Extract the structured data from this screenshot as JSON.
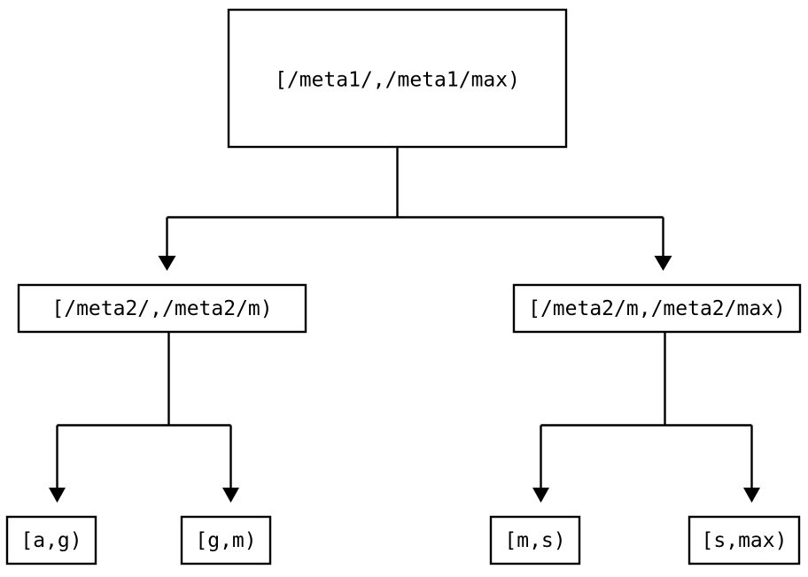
{
  "diagram": {
    "type": "tree",
    "title": "",
    "orientation": "top-down",
    "style": {
      "node_fill": "#ffffff",
      "node_stroke": "#000000",
      "edge_color": "#000000",
      "text_color": "#000000",
      "background": "#ffffff",
      "arrowhead": "filled-triangle-down"
    },
    "levels": [
      {
        "level": 0,
        "nodes": [
          {
            "id": "root",
            "label": "[/meta1/,/meta1/max)"
          }
        ]
      },
      {
        "level": 1,
        "nodes": [
          {
            "id": "mid-left",
            "label": "[/meta2/,/meta2/m)"
          },
          {
            "id": "mid-right",
            "label": "[/meta2/m,/meta2/max)"
          }
        ]
      },
      {
        "level": 2,
        "nodes": [
          {
            "id": "leaf-ag",
            "label": "[a,g)"
          },
          {
            "id": "leaf-gm",
            "label": "[g,m)"
          },
          {
            "id": "leaf-ms",
            "label": "[m,s)"
          },
          {
            "id": "leaf-smax",
            "label": "[s,max)"
          }
        ]
      }
    ],
    "edges": [
      {
        "from": "root",
        "to": "mid-left"
      },
      {
        "from": "root",
        "to": "mid-right"
      },
      {
        "from": "mid-left",
        "to": "leaf-ag"
      },
      {
        "from": "mid-left",
        "to": "leaf-gm"
      },
      {
        "from": "mid-right",
        "to": "leaf-ms"
      },
      {
        "from": "mid-right",
        "to": "leaf-smax"
      }
    ]
  },
  "nodes": {
    "root": {
      "label": "[/meta1/,/meta1/max)"
    },
    "mid_left": {
      "label": "[/meta2/,/meta2/m)"
    },
    "mid_right": {
      "label": "[/meta2/m,/meta2/max)"
    },
    "leaf_ag": {
      "label": "[a,g)"
    },
    "leaf_gm": {
      "label": "[g,m)"
    },
    "leaf_ms": {
      "label": "[m,s)"
    },
    "leaf_smax": {
      "label": "[s,max)"
    }
  }
}
